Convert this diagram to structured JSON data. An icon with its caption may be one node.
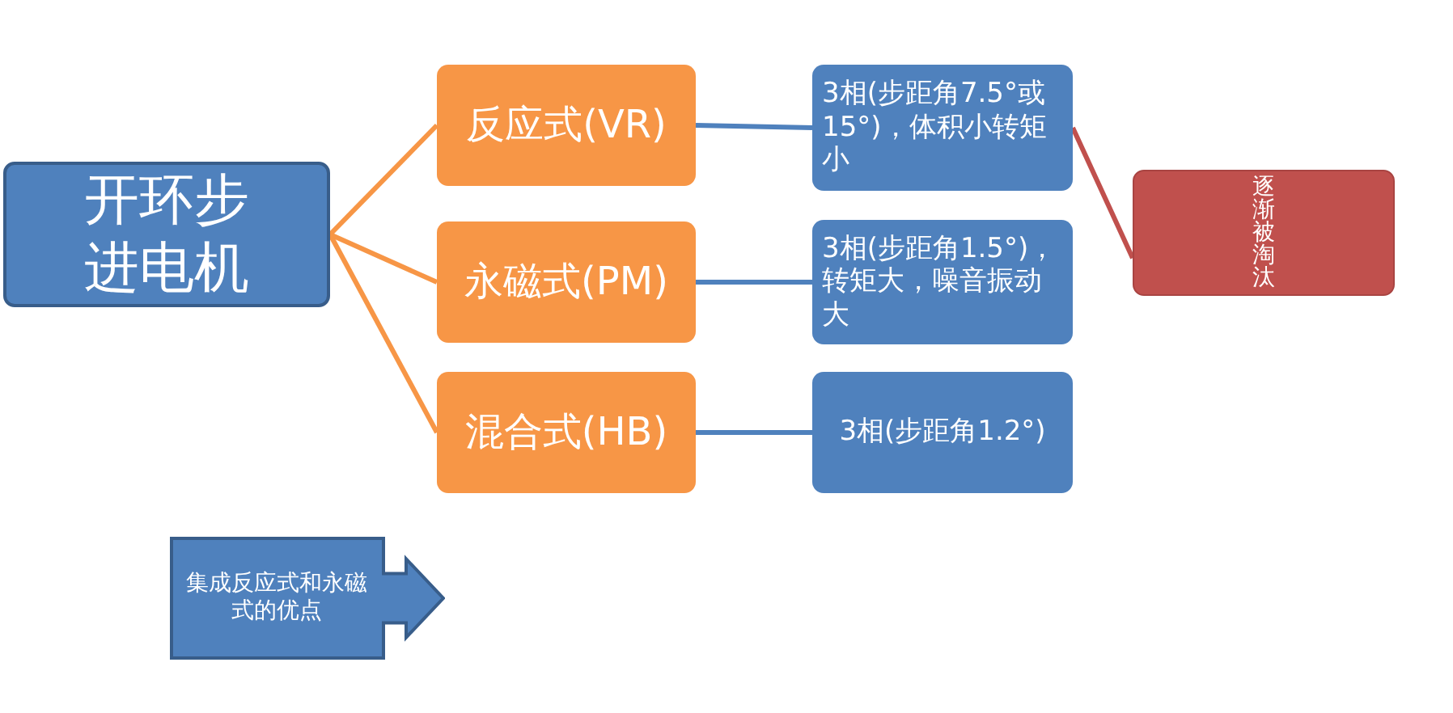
{
  "diagram": {
    "nodes": [
      {
        "text": [
          "开环步进电机"
        ]
      },
      {
        "text": [
          "反应式(VR)"
        ]
      },
      {
        "text": [
          "永磁式(PM)"
        ]
      },
      {
        "text": [
          "混合式(HB)"
        ]
      },
      {
        "text": [
          "3相(步距角7.5°或15°)，体积小转矩小"
        ]
      },
      {
        "text": [
          "3相(步距角1.5°)，转矩大，噪音振动大"
        ]
      },
      {
        "text": [
          "3相(步距角1.2°)"
        ]
      },
      {
        "text": [
          "逐渐被淘汰"
        ]
      },
      {
        "text": [
          "集成反应式和永磁式的优点"
        ]
      }
    ],
    "edges": [
      {
        "from": 0,
        "to": 1,
        "arrow": "none",
        "color": "#f79646"
      },
      {
        "from": 0,
        "to": 2,
        "arrow": "none",
        "color": "#f79646"
      },
      {
        "from": 0,
        "to": 3,
        "arrow": "none",
        "color": "#f79646"
      },
      {
        "from": 1,
        "to": 4,
        "arrow": "none",
        "color": "#4f81bd"
      },
      {
        "from": 2,
        "to": 5,
        "arrow": "none",
        "color": "#4f81bd"
      },
      {
        "from": 3,
        "to": 6,
        "arrow": "none",
        "color": "#4f81bd"
      },
      {
        "from": 4,
        "to": 7,
        "arrow": "none",
        "color": "#c0504d"
      }
    ]
  }
}
